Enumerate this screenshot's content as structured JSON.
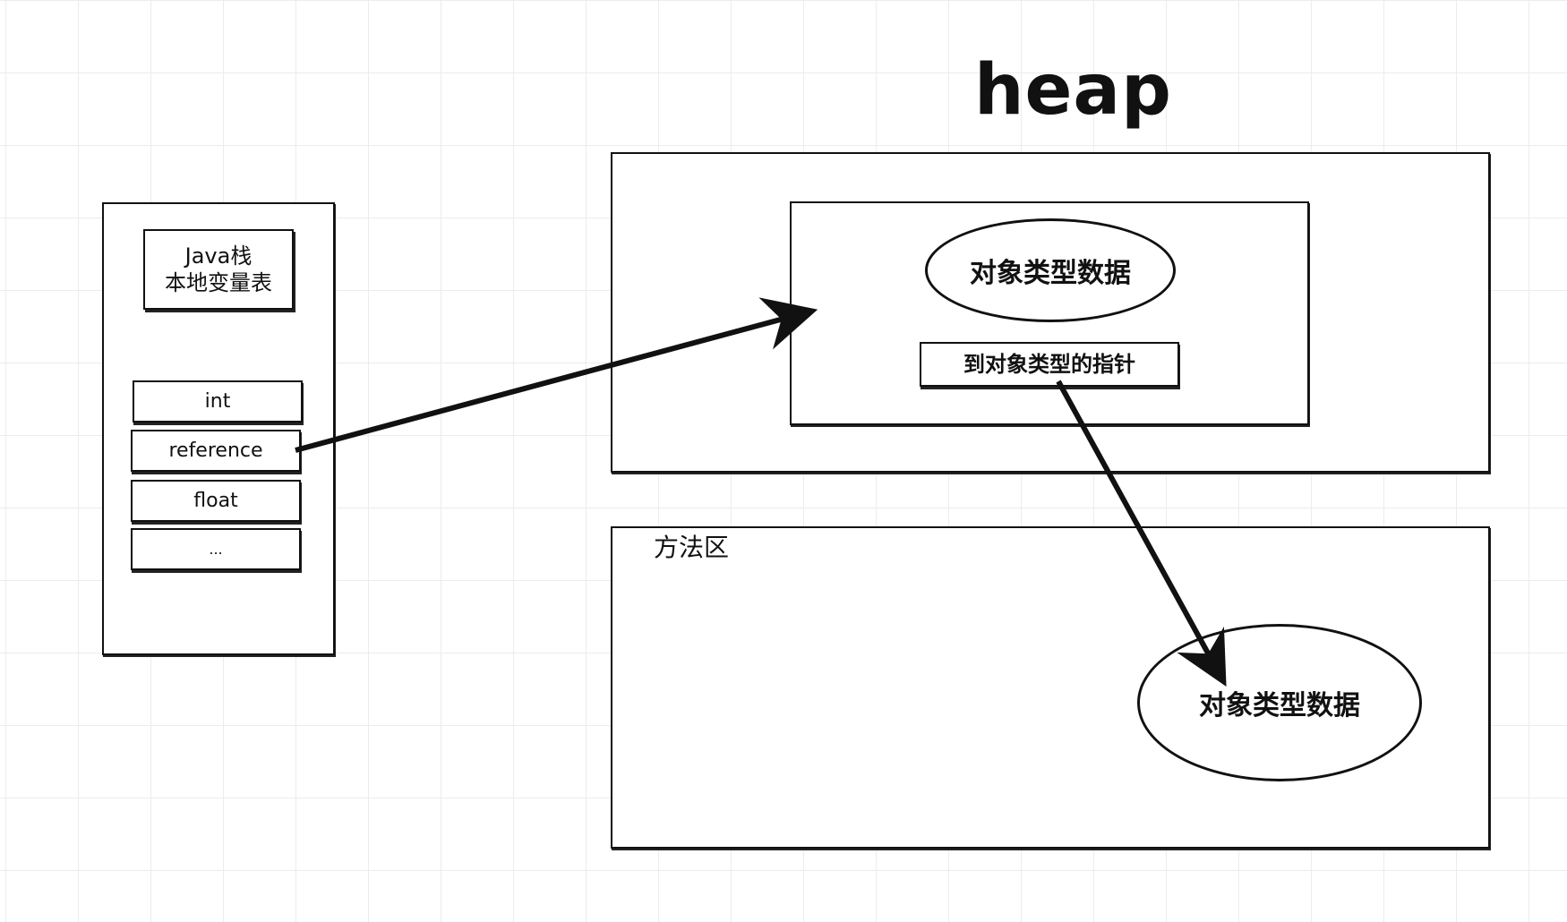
{
  "heap": {
    "title": "heap",
    "object": {
      "type_data": "对象类型数据",
      "type_pointer": "到对象类型的指针"
    }
  },
  "method_area": {
    "title": "方法区",
    "type_data": "对象类型数据"
  },
  "java_stack": {
    "title_line1": "Java栈",
    "title_line2": "本地变量表",
    "slots": [
      "int",
      "reference",
      "float",
      "..."
    ]
  }
}
